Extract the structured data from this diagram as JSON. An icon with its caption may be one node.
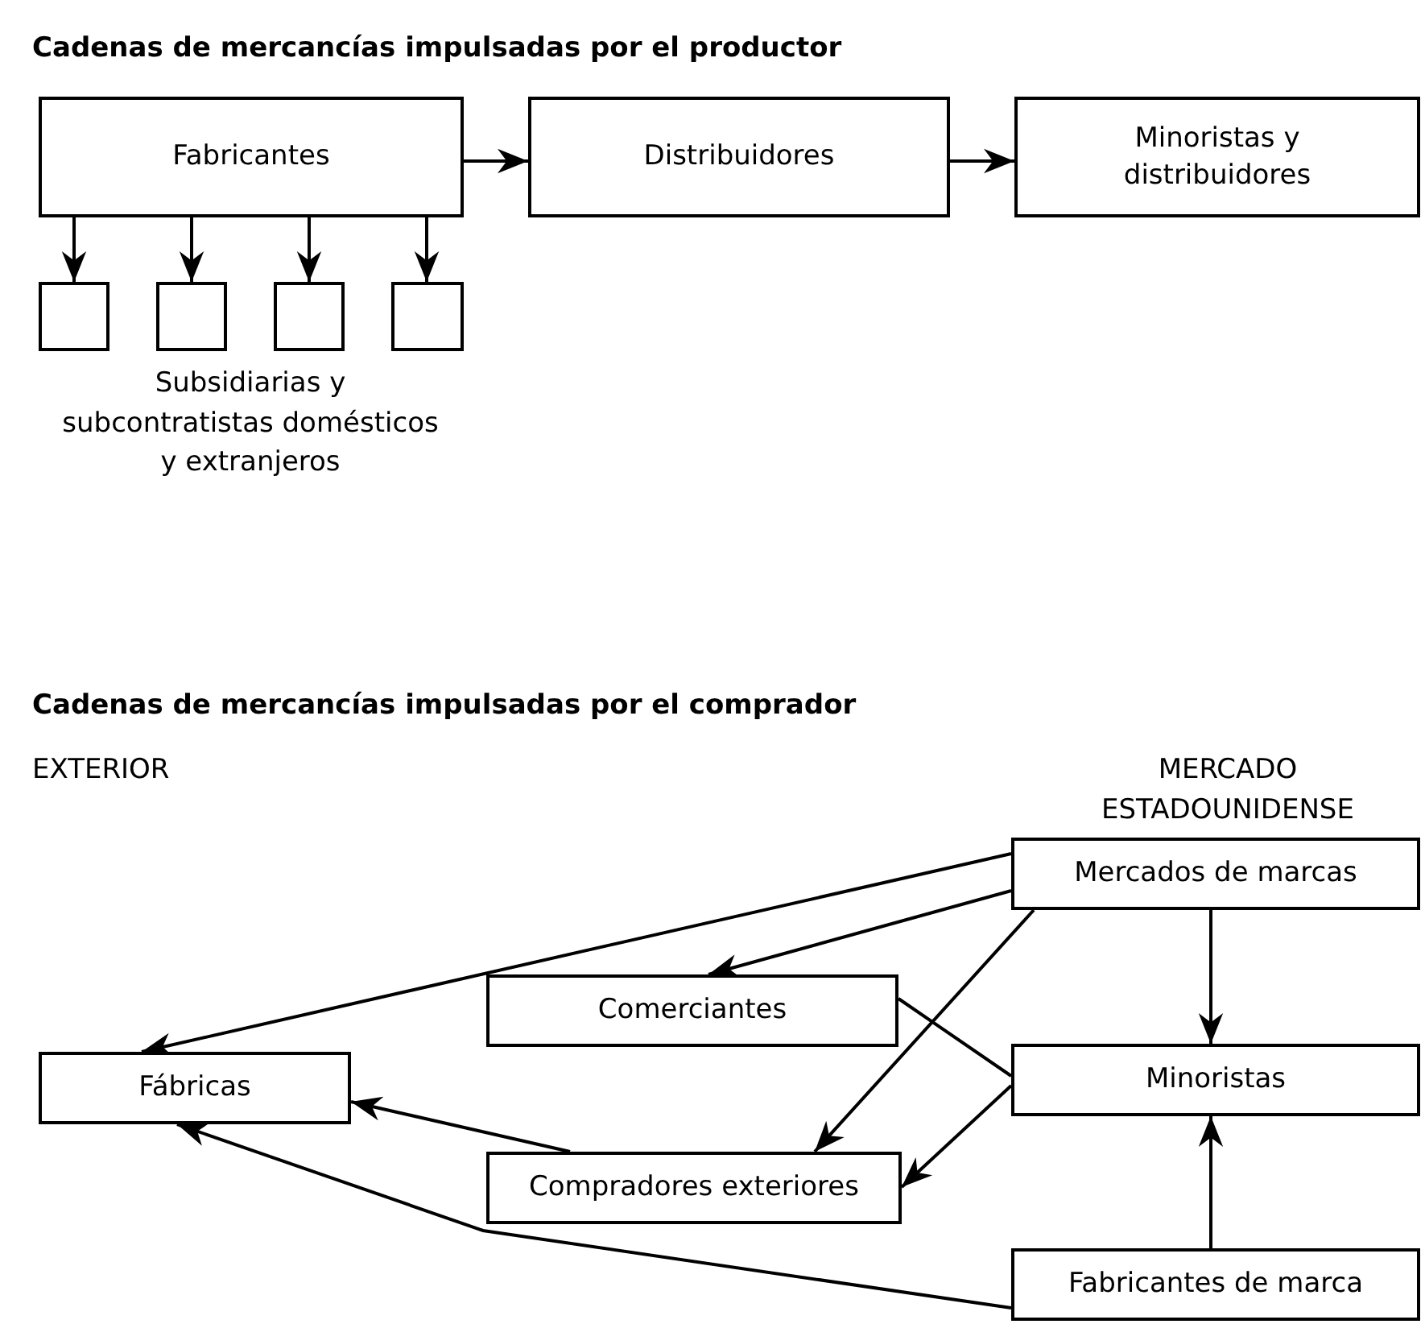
{
  "diagram": {
    "title": "Cadenas de mercancías impulsadas por el productor",
    "nodes": [
      {
        "text": [
          "Fabricantes"
        ]
      },
      {
        "text": [
          "Distribuidores"
        ]
      },
      {
        "text": [
          "Minoristas y distribuidores"
        ]
      },
      {
        "text": [],
        "shape": "box"
      },
      {
        "text": [],
        "shape": "box"
      },
      {
        "text": [],
        "shape": "box"
      },
      {
        "text": [],
        "shape": "box"
      },
      {
        "text": [
          "Mercados de marcas"
        ]
      },
      {
        "text": [
          "Comerciantes"
        ]
      },
      {
        "text": [
          "Fábricas"
        ]
      },
      {
        "text": [
          "Minoristas"
        ]
      },
      {
        "text": [
          "Compradores exteriores"
        ]
      },
      {
        "text": [
          "Fabricantes de marca"
        ]
      }
    ],
    "edges": [
      {
        "from": 0,
        "to": 1,
        "arrow": "to"
      },
      {
        "from": 1,
        "to": 2,
        "arrow": "to"
      },
      {
        "from": 0,
        "to": 3,
        "arrow": "to"
      },
      {
        "from": 0,
        "to": 4,
        "arrow": "to"
      },
      {
        "from": 0,
        "to": 5,
        "arrow": "to"
      },
      {
        "from": 0,
        "to": 6,
        "arrow": "to"
      },
      {
        "from": 7,
        "to": 9,
        "arrow": "to"
      },
      {
        "from": 7,
        "to": 8,
        "arrow": "to"
      },
      {
        "from": 7,
        "to": 11,
        "arrow": "to"
      },
      {
        "from": 7,
        "to": 10,
        "arrow": "to"
      },
      {
        "from": 8,
        "to": 10,
        "arrow": "none"
      },
      {
        "from": 10,
        "to": 11,
        "arrow": "to"
      },
      {
        "from": 11,
        "to": 9,
        "arrow": "to"
      },
      {
        "from": 12,
        "to": 9,
        "arrow": "to"
      },
      {
        "from": 12,
        "to": 10,
        "arrow": "to"
      }
    ],
    "labels": [
      "Subsidiarias y subcontratistas domésticos y extranjeros",
      "Cadenas de mercancías impulsadas por el comprador",
      "EXTERIOR",
      "MERCADO ESTADOUNIDENSE"
    ]
  }
}
